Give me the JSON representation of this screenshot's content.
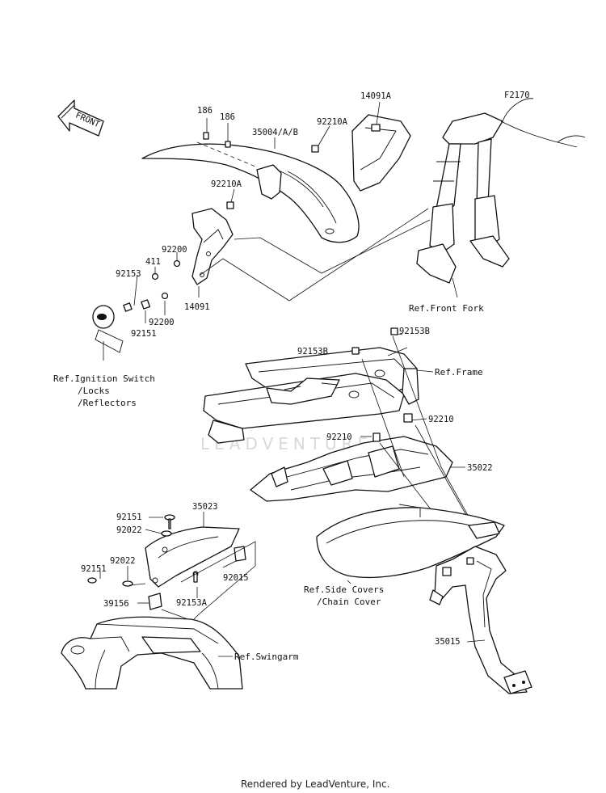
{
  "diagram_id": "F2170",
  "direction_arrow": "FRONT",
  "watermark": "LEADVENTURE",
  "footer": "Rendered by LeadVenture, Inc.",
  "part_labels": {
    "p186a": "186",
    "p186b": "186",
    "p35004": "35004/A/B",
    "p92210A_top": "92210A",
    "p14091A": "14091A",
    "p92210A_mid": "92210A",
    "p92200a": "92200",
    "p411": "411",
    "p92153": "92153",
    "p14091": "14091",
    "p92200b": "92200",
    "p92151a": "92151",
    "p92153B_top": "92153B",
    "p92153B": "92153B",
    "p92210_right": "92210",
    "p92210_mid": "92210",
    "p35022": "35022",
    "p92151b": "92151",
    "p35023": "35023",
    "p92022a": "92022",
    "p92022b": "92022",
    "p92151c": "92151",
    "p92015": "92015",
    "p39156": "39156",
    "p92153A": "92153A",
    "p35015": "35015"
  },
  "references": {
    "front_fork": "Ref.Front Fork",
    "ignition_1": "Ref.Ignition Switch",
    "ignition_2": "/Locks",
    "ignition_3": "/Reflectors",
    "frame": "Ref.Frame",
    "side_covers_1": "Ref.Side Covers",
    "side_covers_2": "/Chain Cover",
    "swingarm": "Ref.Swingarm"
  }
}
